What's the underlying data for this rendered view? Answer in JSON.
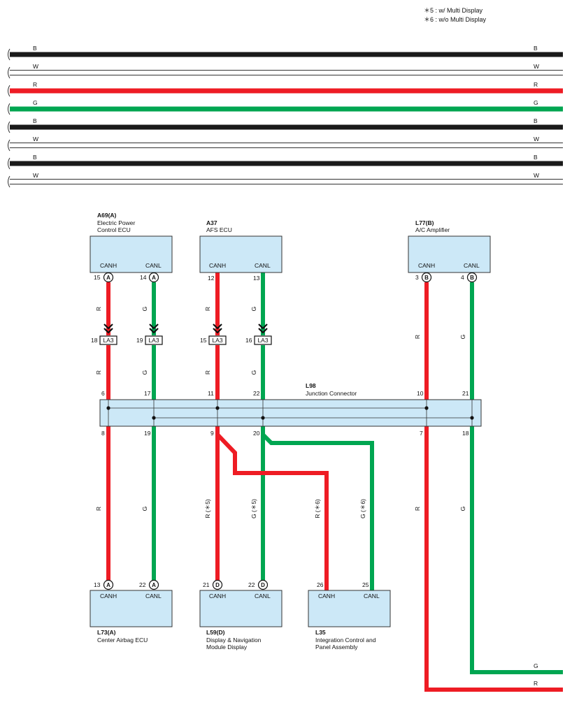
{
  "notes": [
    "＊5 : w/ Multi Display",
    "＊6 : w/o Multi Display"
  ],
  "bus_lines": [
    "B",
    "W",
    "R",
    "G",
    "B",
    "W",
    "B",
    "W"
  ],
  "colors": {
    "red": "#ee1c24",
    "green": "#00a651",
    "black": "#1a1a1a",
    "box_fill": "#cce8f7",
    "box_stroke": "#333333"
  },
  "components": {
    "a69": {
      "code": "A69(A)",
      "name1": "Electric Power",
      "name2": "Control ECU",
      "canh": "CANH",
      "canl": "CANL",
      "pin_h": "15",
      "pin_l": "14",
      "conn": "A"
    },
    "a37": {
      "code": "A37",
      "name1": "AFS ECU",
      "canh": "CANH",
      "canl": "CANL",
      "pin_h": "12",
      "pin_l": "13"
    },
    "l77": {
      "code": "L77(B)",
      "name1": "A/C Amplifier",
      "canh": "CANH",
      "canl": "CANL",
      "pin_h": "3",
      "pin_l": "4",
      "conn": "B"
    },
    "l73": {
      "code": "L73(A)",
      "name1": "Center Airbag ECU",
      "canh": "CANH",
      "canl": "CANL",
      "pin_h": "13",
      "pin_l": "22",
      "conn": "A"
    },
    "l59": {
      "code": "L59(D)",
      "name1": "Display & Navigation",
      "name2": "Module Display",
      "canh": "CANH",
      "canl": "CANL",
      "pin_h": "21",
      "pin_l": "22",
      "conn": "D"
    },
    "l35": {
      "code": "L35",
      "name1": "Integration Control and",
      "name2": "Panel Assembly",
      "canh": "CANH",
      "canl": "CANL",
      "pin_h": "26",
      "pin_l": "25"
    }
  },
  "la3": {
    "label": "LA3",
    "pins": [
      "18",
      "19",
      "15",
      "16"
    ]
  },
  "l98": {
    "code": "L98",
    "name": "Junction Connector",
    "top_pins": [
      "6",
      "17",
      "11",
      "22",
      "10",
      "21"
    ],
    "bottom_pins": [
      "8",
      "19",
      "9",
      "20",
      "7",
      "18"
    ]
  },
  "wire_labels": {
    "R": "R",
    "G": "G",
    "R5": "R (＊5)",
    "G5": "G (＊5)",
    "R6": "R (＊6)",
    "G6": "G (＊6)"
  },
  "exit_labels": {
    "g": "G",
    "r": "R"
  }
}
